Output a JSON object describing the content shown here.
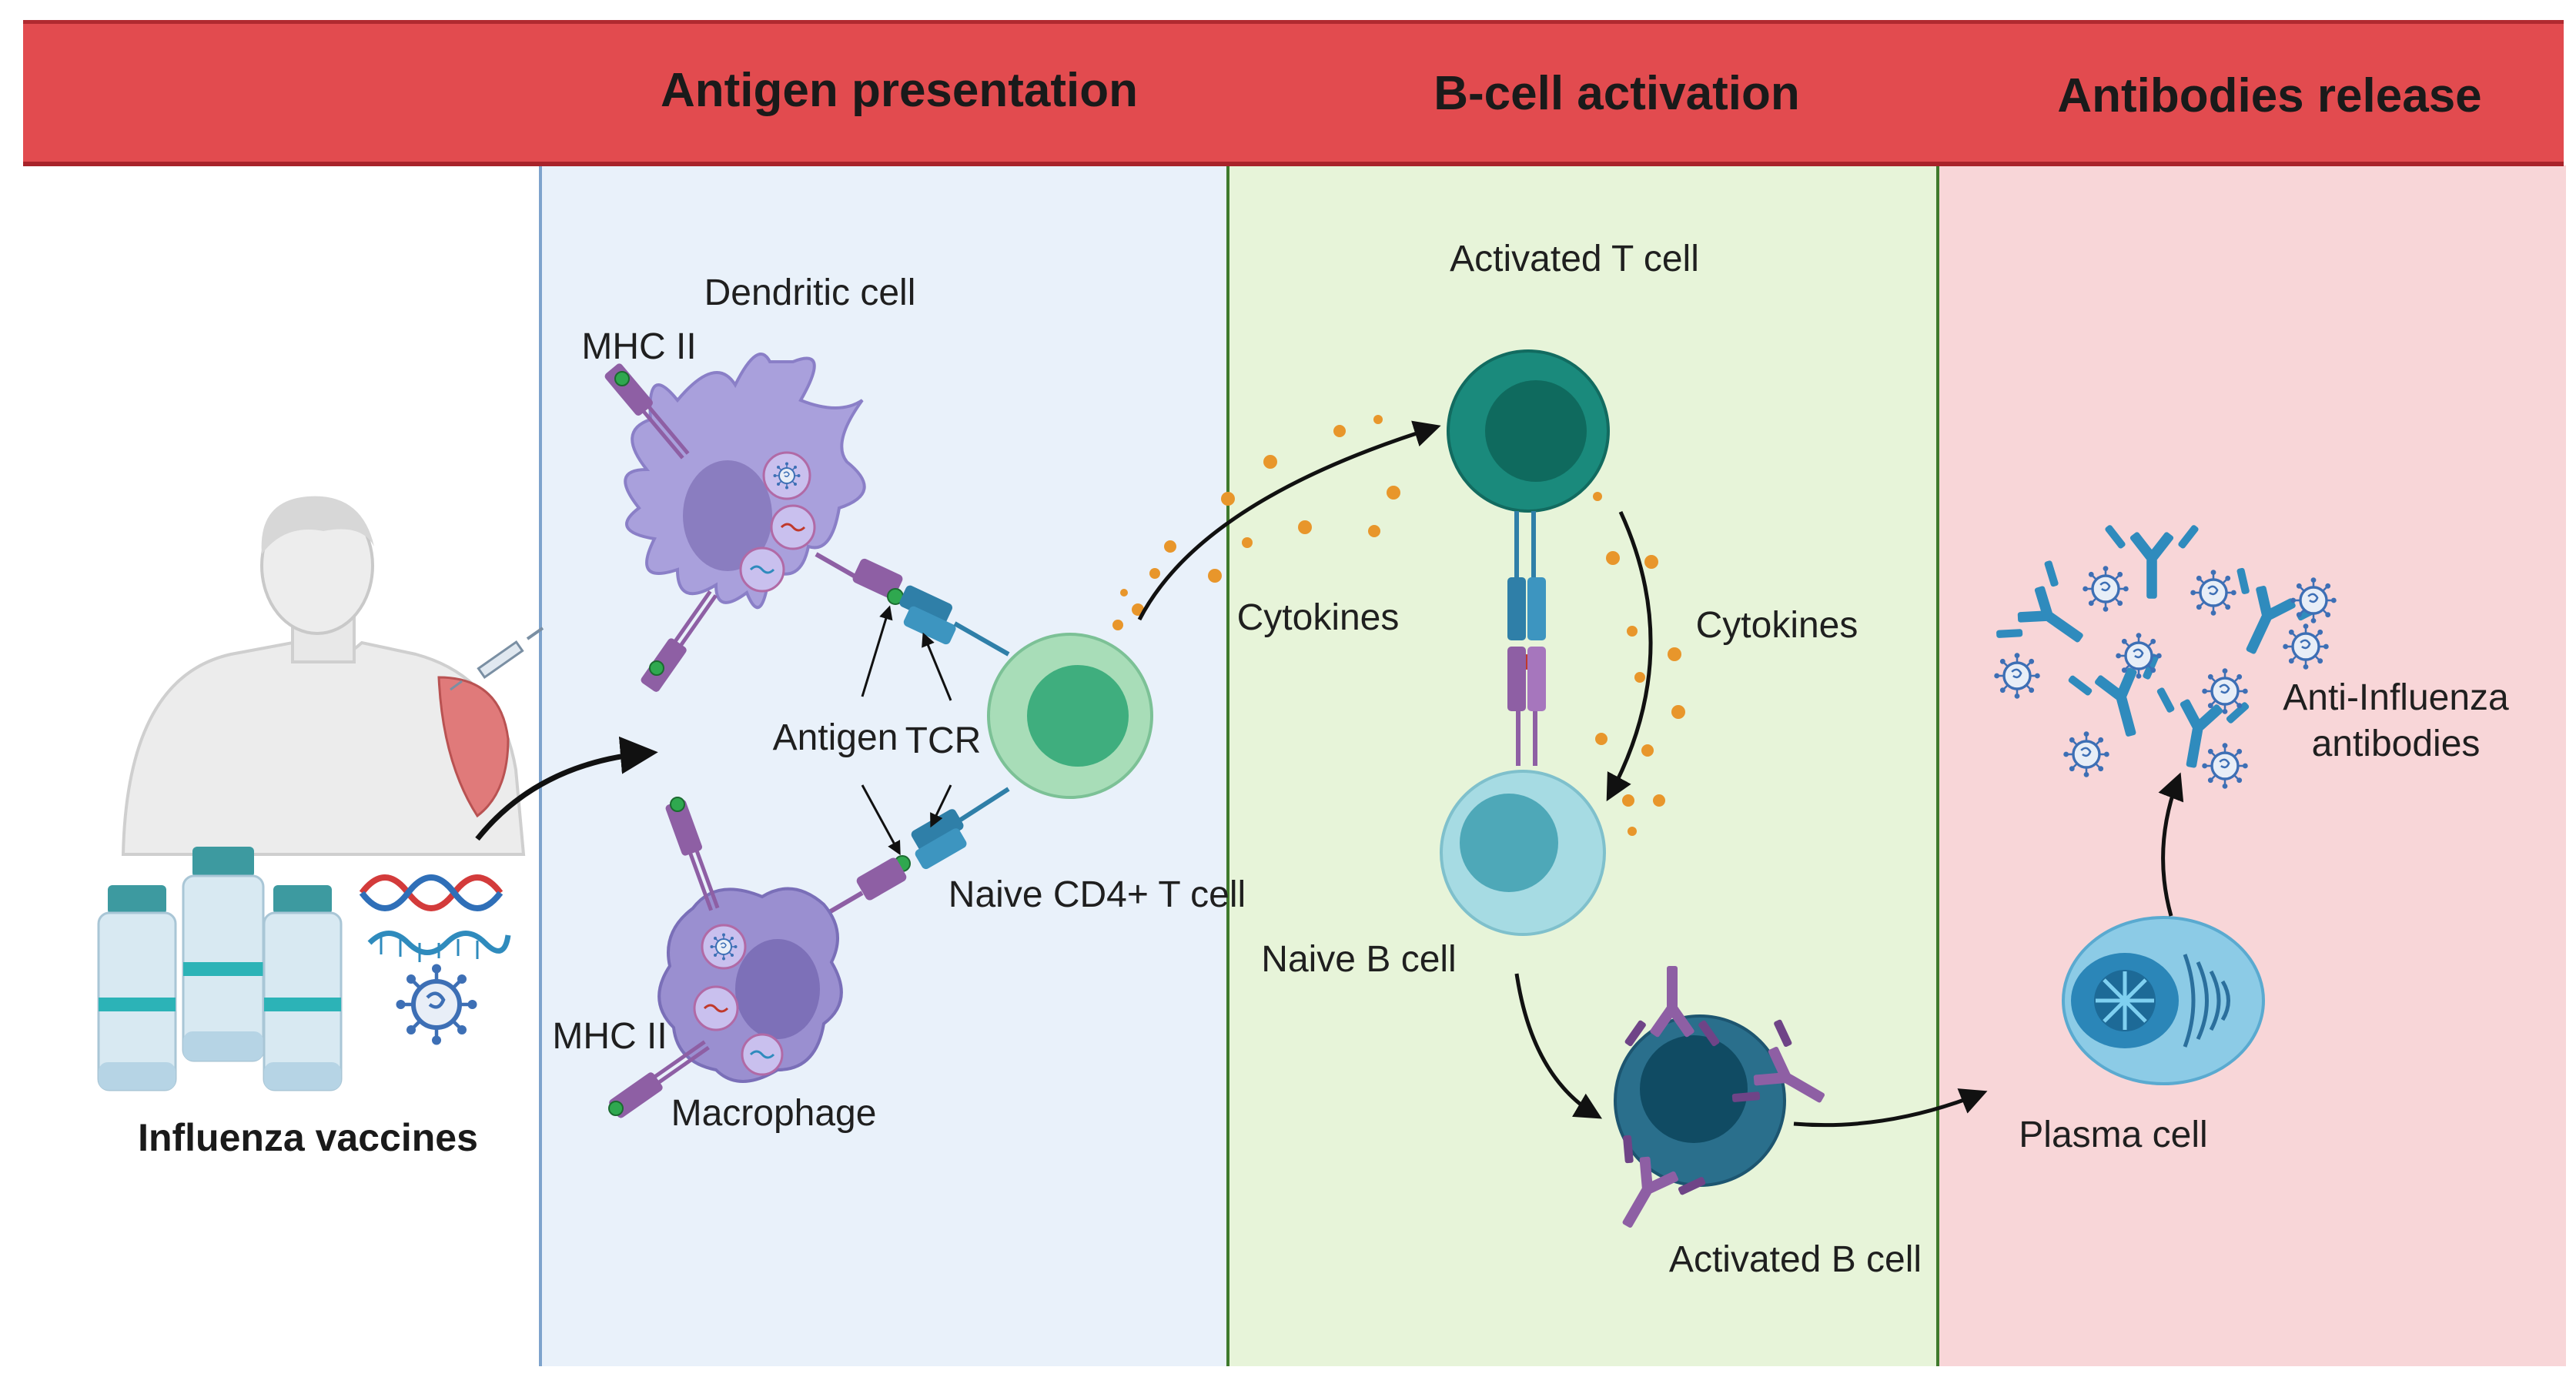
{
  "header": {
    "antigen_presentation": "Antigen presentation",
    "b_cell_activation": "B-cell activation",
    "antibodies_release": "Antibodies release"
  },
  "labels": {
    "influenza_vaccines": "Influenza vaccines",
    "dendritic_cell": "Dendritic cell",
    "mhc_ii_top": "MHC II",
    "mhc_ii_bottom": "MHC II",
    "macrophage": "Macrophage",
    "antigen": "Antigen",
    "tcr": "TCR",
    "naive_cd4_t_cell": "Naive CD4+ T cell",
    "cytokines_left": "Cytokines",
    "activated_t_cell": "Activated T cell",
    "cytokines_right": "Cytokines",
    "naive_b_cell": "Naive B cell",
    "activated_b_cell": "Activated B cell",
    "plasma_cell": "Plasma cell",
    "anti_influenza_1": "Anti-Influenza",
    "anti_influenza_2": "antibodies"
  },
  "colors": {
    "header_red": "#e24b4f",
    "panel_blue": "#e9f1fa",
    "panel_green": "#e7f4d9",
    "panel_pink": "#f8d6d8",
    "mhc_purple": "#8e5fa4",
    "tcr_blue": "#2f7fa8",
    "cytokine_orange": "#e8962b",
    "t_cell_green": "#5fbf98",
    "activated_t_teal": "#1a8a7c",
    "naive_b_light": "#8fd0d9",
    "activated_b_navy": "#2a6f8c",
    "plasma_blue": "#5aaad0"
  }
}
